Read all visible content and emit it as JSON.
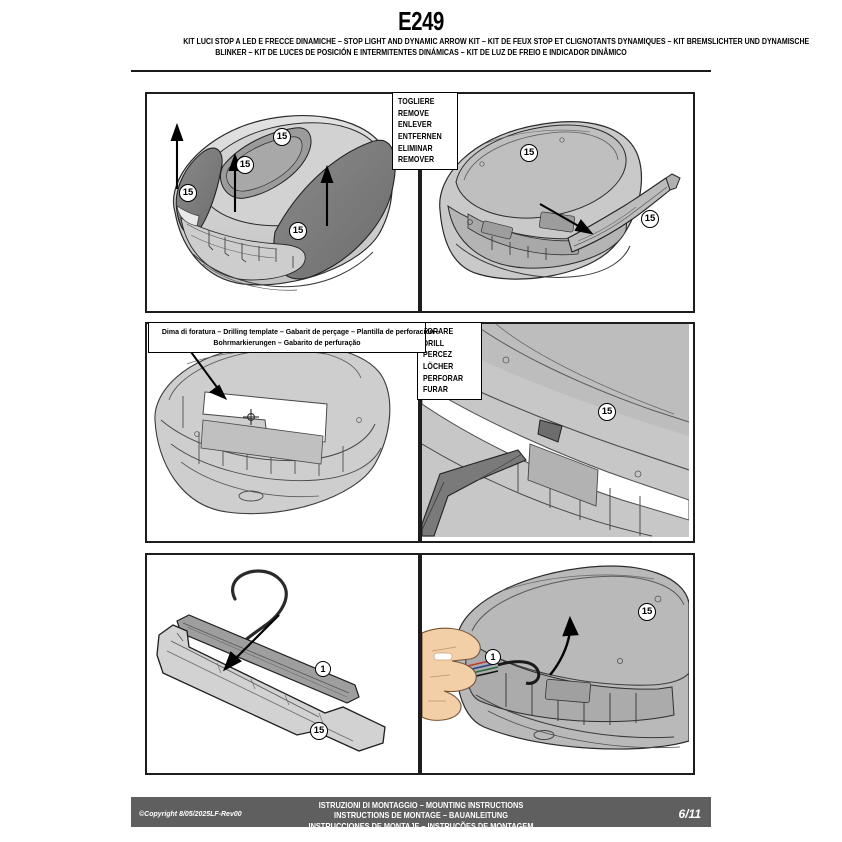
{
  "header": {
    "title": "E249",
    "subtitle_lines": [
      "KIT LUCI STOP A LED E FRECCE DINAMICHE – STOP LIGHT AND DYNAMIC ARROW KIT – KIT DE FEUX STOP ET CLIGNOTANTS DYNAMIQUES – KIT BREMSLICHTER UND DYNAMISCHE",
      "BLINKER – KIT DE LUCES DE POSICIÓN E INTERMITENTES DINÁMICAS – KIT DE LUZ DE FREIO E INDICADOR DINÂMICO"
    ]
  },
  "labels": {
    "remove_box": [
      "TOGLIERE",
      "REMOVE",
      "ENLEVER",
      "ENTFERNEN",
      "ELIMINAR",
      "REMOVER"
    ],
    "drill_box": [
      "FORARE",
      "DRILL",
      "PERCEZ",
      "LÖCHER",
      "PERFORAR",
      "FURAR"
    ],
    "template_box": [
      "Dima di foratura – Drilling template – Gabarit de perçage – Plantilla de perforación –",
      "Bohrmarkierungen – Gabarito de perfuração"
    ]
  },
  "callouts": {
    "part_15": "15",
    "part_1": "1"
  },
  "panels": [
    {
      "id": "top-left",
      "balloons": [
        "15",
        "15",
        "15",
        "15"
      ]
    },
    {
      "id": "top-right",
      "balloons": [
        "15",
        "15"
      ]
    },
    {
      "id": "middle-left",
      "balloons": []
    },
    {
      "id": "middle-right",
      "balloons": [
        "15"
      ]
    },
    {
      "id": "bottom-left",
      "balloons": [
        "1",
        "15"
      ]
    },
    {
      "id": "bottom-right",
      "balloons": [
        "15",
        "1"
      ]
    }
  ],
  "footer": {
    "copyright": "©Copyright 8/05/2025LF-Rev00",
    "instructions": [
      "ISTRUZIONI DI MONTAGGIO  –  MOUNTING INSTRUCTIONS",
      "INSTRUCTIONS DE MONTAGE – BAUANLEITUNG",
      "INSTRUCCIONES DE MONTAJE – INSTRUÇÕES DE MONTAGEM"
    ],
    "page": "6/11"
  },
  "colors": {
    "ink": "#1d1d1d",
    "footer_bar": "#5f5f5f",
    "case_light": "#d9d9d9",
    "case_mid": "#b8b8b8",
    "case_dark": "#7d7d7d",
    "case_darker": "#6a6a6a",
    "skin": "#f3cfa8"
  }
}
